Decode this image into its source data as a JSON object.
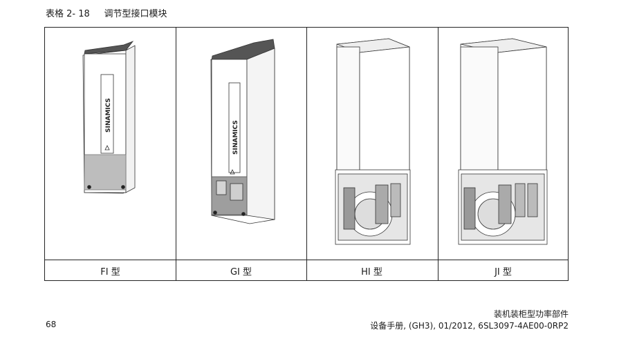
{
  "caption": {
    "table_no": "表格 2- 18",
    "title": "调节型接口模块"
  },
  "columns": [
    {
      "label": "FI 型",
      "brand": "SINAMICS"
    },
    {
      "label": "GI 型",
      "brand": "SINAMICS"
    },
    {
      "label": "HI 型"
    },
    {
      "label": "JI 型"
    }
  ],
  "footer": {
    "page": "68",
    "book": "装机装柜型功率部件",
    "manual": "设备手册, (GH3), 01/2012, 6SL3097-4AE00-0RP2"
  }
}
